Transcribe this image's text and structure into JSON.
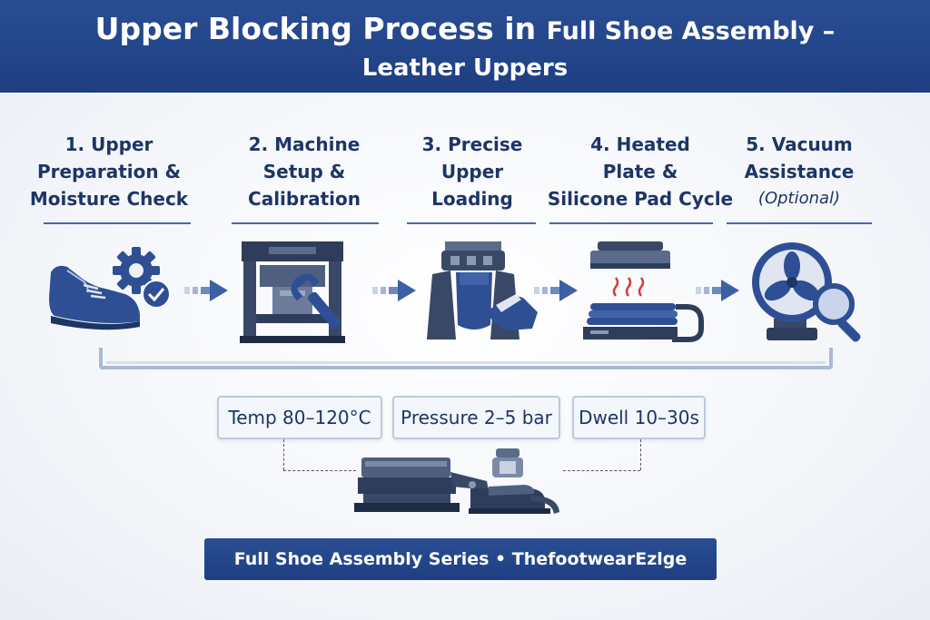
{
  "header": {
    "title_main": "Upper Blocking Process in",
    "title_small": "Full Shoe Assembly –",
    "subtitle": "Leather Uppers"
  },
  "steps": [
    {
      "lines": [
        "1. Upper",
        "Preparation &",
        "Moisture Check"
      ],
      "icon": "shoe-gear-check-icon"
    },
    {
      "lines": [
        "2. Machine",
        "Setup &",
        "Calibration"
      ],
      "icon": "machine-wrench-icon"
    },
    {
      "lines": [
        "3. Precise",
        "Upper",
        "Loading"
      ],
      "icon": "upper-loading-icon"
    },
    {
      "lines": [
        "4. Heated",
        "Plate &",
        "Silicone Pad Cycle"
      ],
      "icon": "heated-plate-icon"
    },
    {
      "lines": [
        "5. Vacuum",
        "Assistance",
        "(Optional)"
      ],
      "icon": "vacuum-fan-magnifier-icon"
    }
  ],
  "params": {
    "temp": "Temp 80–120°C",
    "pressure": "Pressure 2–5 bar",
    "dwell": "Dwell 10–30s"
  },
  "footer": {
    "label": "Full Shoe Assembly Series • ThefootwearEzlge"
  },
  "colors": {
    "primary": "#1e3f82",
    "accent": "#4a69a6",
    "icon_dark": "#2f3d5c",
    "icon_blue": "#2f4f95"
  }
}
